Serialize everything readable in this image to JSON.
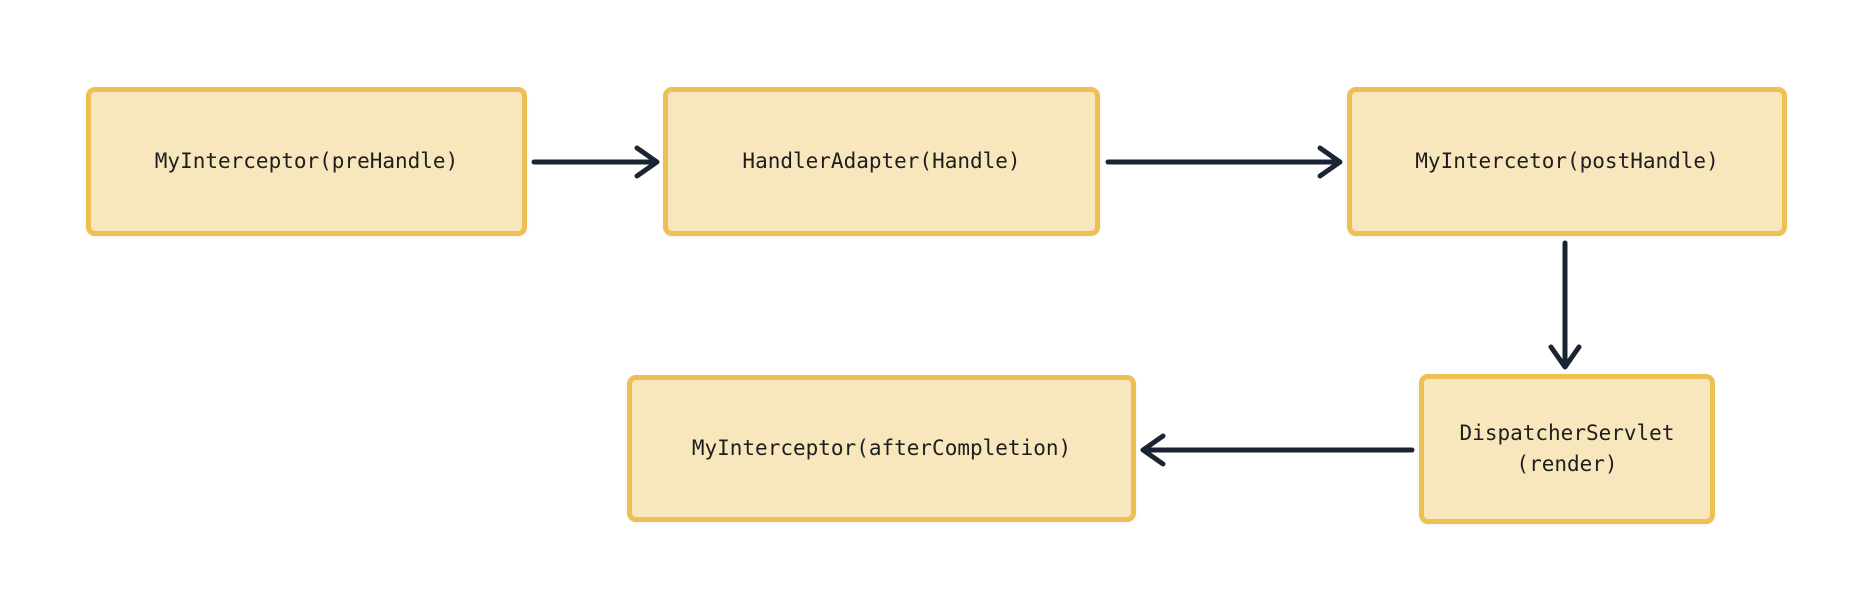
{
  "diagram": {
    "type": "flowchart",
    "background_color": "#ffffff",
    "node_fill_color": "#F8E6BC",
    "node_border_color": "#EEC053",
    "arrow_color": "#1B2433",
    "text_color": "#1E1E1E",
    "nodes": [
      {
        "id": "preHandle",
        "label": "MyInterceptor(preHandle)"
      },
      {
        "id": "handlerAdapter",
        "label": "HandlerAdapter(Handle)"
      },
      {
        "id": "postHandle",
        "label": "MyIntercetor(postHandle)"
      },
      {
        "id": "dispatcherServlet",
        "label": "DispatcherServlet\n(render)"
      },
      {
        "id": "afterCompletion",
        "label": "MyInterceptor(afterCompletion)"
      }
    ],
    "edges": [
      {
        "from": "preHandle",
        "to": "handlerAdapter",
        "direction": "right"
      },
      {
        "from": "handlerAdapter",
        "to": "postHandle",
        "direction": "right"
      },
      {
        "from": "postHandle",
        "to": "dispatcherServlet",
        "direction": "down"
      },
      {
        "from": "dispatcherServlet",
        "to": "afterCompletion",
        "direction": "left"
      }
    ]
  }
}
